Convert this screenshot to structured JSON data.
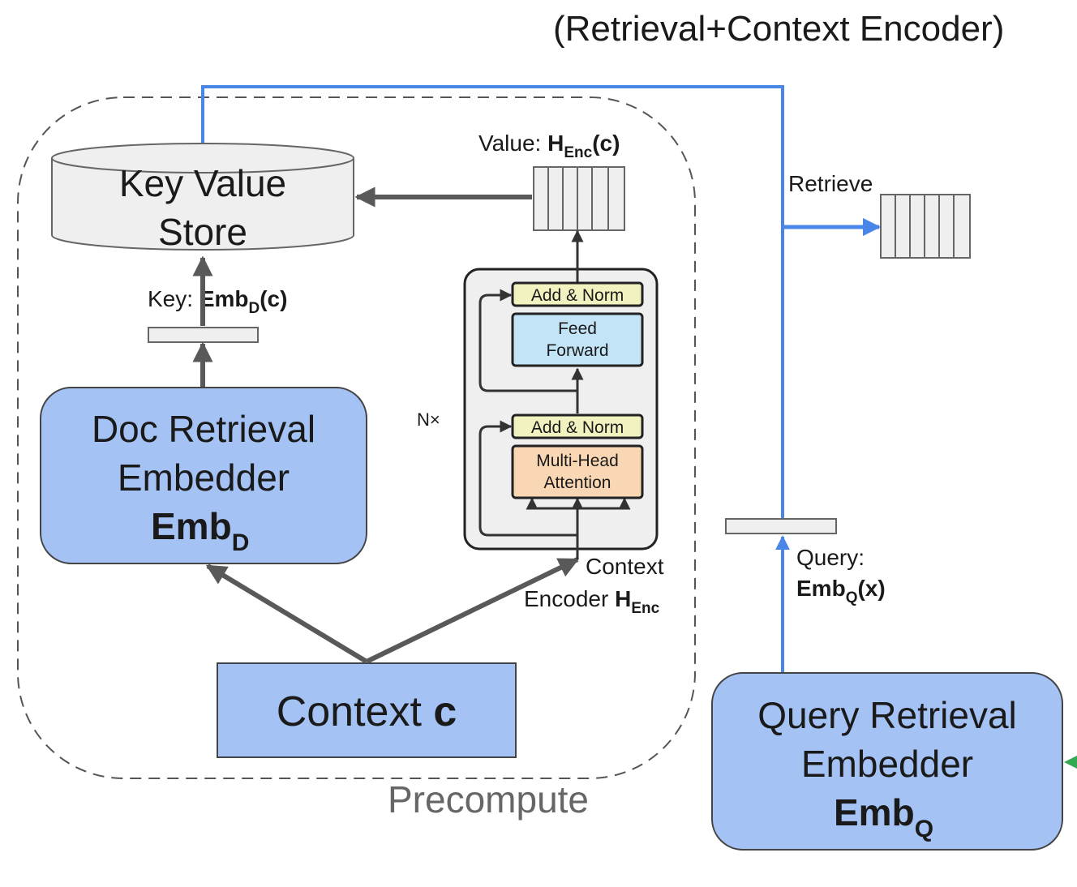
{
  "header": {
    "title": "(Retrieval+Context Encoder)"
  },
  "precompute": {
    "label": "Precompute"
  },
  "kv_store": {
    "line1": "Key Value",
    "line2": "Store"
  },
  "key": {
    "prefix": "Key: ",
    "emb": "Emb",
    "sub": "D",
    "suffix": "(c)"
  },
  "value": {
    "prefix": "Value: ",
    "h": "H",
    "sub": "Enc",
    "suffix": "(c)"
  },
  "doc_embedder": {
    "line1": "Doc Retrieval",
    "line2": "Embedder",
    "emb": "Emb",
    "sub": "D"
  },
  "context": {
    "text": "Context ",
    "var": "c"
  },
  "encoder": {
    "repeat": "N×",
    "add_norm_top": "Add & Norm",
    "feed_forward_1": "Feed",
    "feed_forward_2": "Forward",
    "add_norm_bottom": "Add & Norm",
    "attention_1": "Multi-Head",
    "attention_2": "Attention",
    "label_line1": "Context",
    "label_line2": "Encoder ",
    "h": "H",
    "sub": "Enc"
  },
  "retrieve": {
    "label": "Retrieve"
  },
  "query": {
    "line1": "Query:",
    "emb": "Emb",
    "sub": "Q",
    "suffix": "(x)"
  },
  "query_embedder": {
    "line1": "Query Retrieval",
    "line2": "Embedder",
    "emb": "Emb",
    "sub": "Q"
  },
  "colors": {
    "blue_box": "#a4c2f4",
    "blue_line": "#4a86e8",
    "gray_arrow": "#595959",
    "cylinder": "#efefef",
    "add_norm": "#f2f2c0",
    "feed_forward": "#c2e4f6",
    "attention": "#fad7b4",
    "green": "#34a853"
  }
}
